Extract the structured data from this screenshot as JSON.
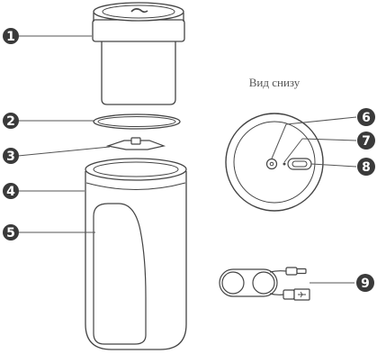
{
  "view_label": "Вид снизу",
  "callouts": [
    {
      "number": "1",
      "part": "lid"
    },
    {
      "number": "2",
      "part": "sealing-ring"
    },
    {
      "number": "3",
      "part": "blade"
    },
    {
      "number": "4",
      "part": "cup-body"
    },
    {
      "number": "5",
      "part": "sleeve"
    },
    {
      "number": "6",
      "part": "power-button"
    },
    {
      "number": "7",
      "part": "indicator-light"
    },
    {
      "number": "8",
      "part": "charging-port"
    },
    {
      "number": "9",
      "part": "usb-cable"
    }
  ],
  "colors": {
    "callout_badge": "#3a3a3a",
    "line_art": "#444444",
    "leader_line": "#555555"
  }
}
